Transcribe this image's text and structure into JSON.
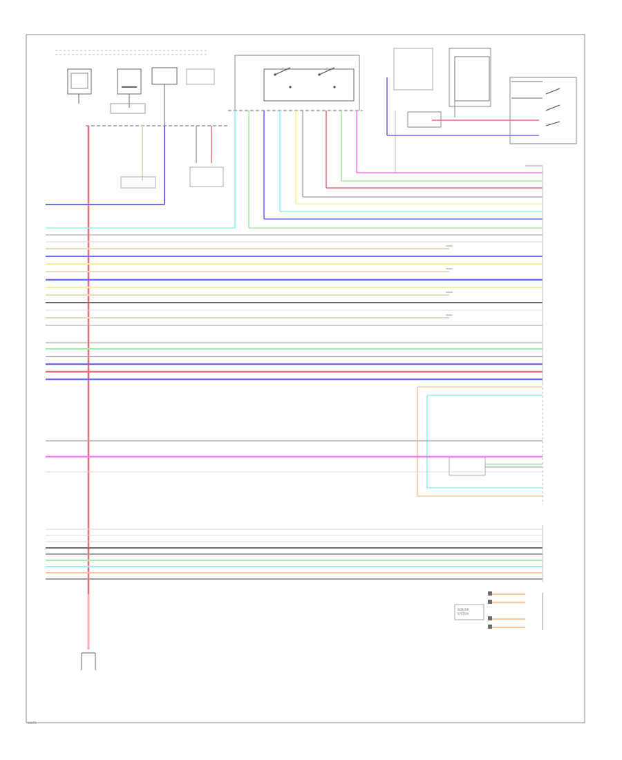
{
  "diagram": {
    "footer_code": "89671",
    "blocks": {
      "sensor": "SENSOR",
      "system": "SYSTEM"
    },
    "colors": {
      "red": "#f06a78",
      "pink": "#ffa9b2",
      "blue": "#6b6bf0",
      "lightblue": "#9fc6ff",
      "cyan": "#8ff0f5",
      "green": "#a4eba4",
      "yellow": "#f3f08f",
      "magenta": "#f27cf2",
      "orange": "#ffc59a",
      "gray": "#9e9e9e",
      "darkgray": "#6c6c6c",
      "beige": "#e8d8c0",
      "white": "#d8d8d8"
    }
  }
}
